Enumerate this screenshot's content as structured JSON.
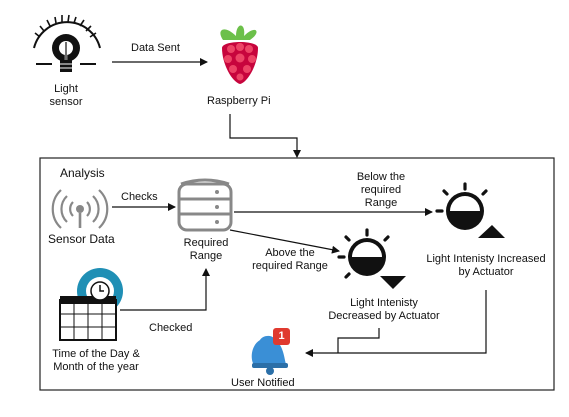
{
  "labels": {
    "light_sensor": [
      "Light",
      "sensor"
    ],
    "data_sent": "Data Sent",
    "raspberry_pi": "Raspberry Pi",
    "analysis": "Analysis",
    "checks": "Checks",
    "sensor_data": "Sensor Data",
    "required_range": [
      "Required",
      "Range"
    ],
    "below_range": [
      "Below the",
      "required",
      "Range"
    ],
    "above_range": [
      "Above the",
      "required Range"
    ],
    "increased": [
      "Light Intenisty Increased",
      "by Actuator"
    ],
    "decreased": [
      "Light Intenisty",
      "Decreased by Actuator"
    ],
    "checked": "Checked",
    "time_of_day": [
      "Time of the Day &",
      "Month of the year"
    ],
    "user_notified": "User Notified",
    "notification_count": "1"
  },
  "icons": {
    "light_sensor": "light-bulb-icon",
    "raspberry_pi": "raspberry-icon",
    "sensor_data": "wireless-signal-icon",
    "database": "database-icon",
    "calendar": "calendar-clock-icon",
    "actuator": "light-actuator-icon",
    "bell": "bell-icon"
  },
  "colors": {
    "raspberry": "#c7053d",
    "leaf": "#6cc04a",
    "notification_badge": "#e03a2f",
    "bell": "#3a8fd6",
    "clock_ring": "#1f8fb5"
  }
}
